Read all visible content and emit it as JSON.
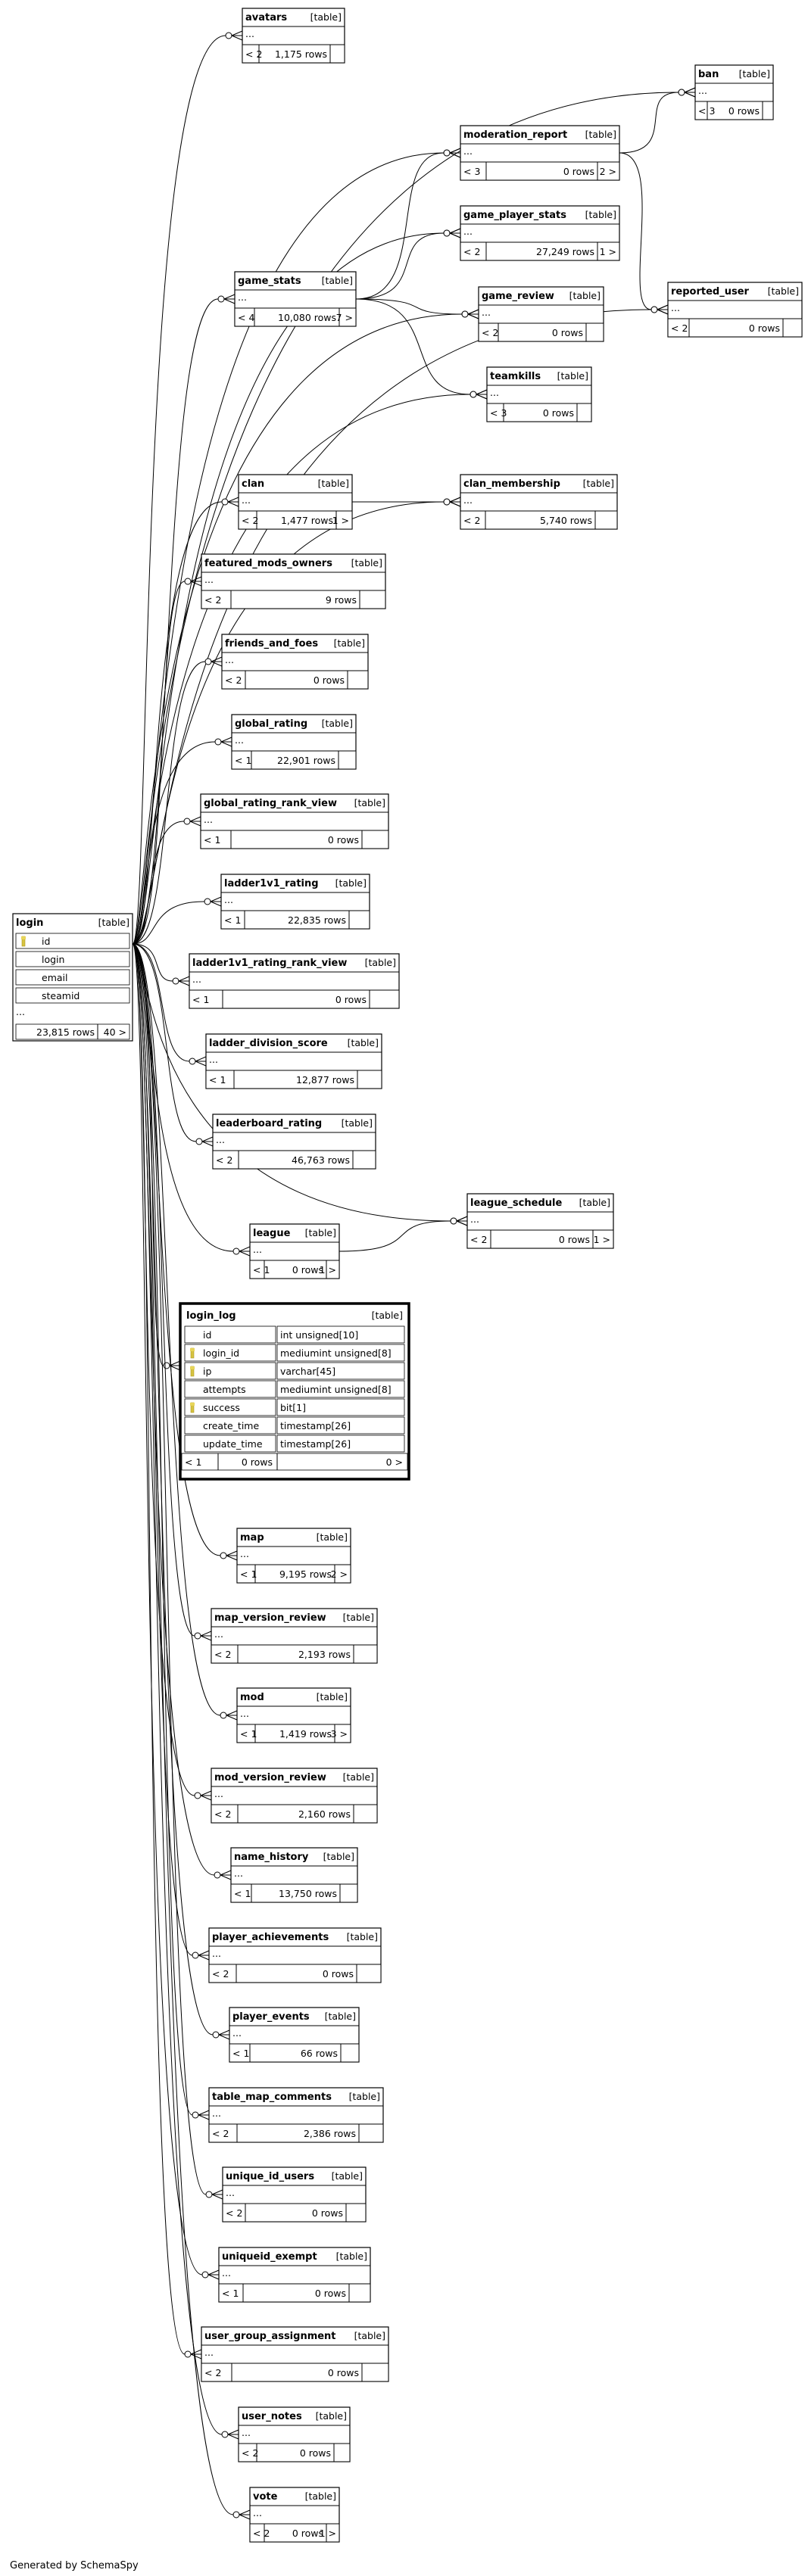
{
  "footer": "Generated by SchemaSpy",
  "kind_label": "[table]",
  "dots": "...",
  "focus_table": {
    "name": "login_log",
    "kind": "[table]",
    "columns": [
      {
        "name": "id",
        "type": "int unsigned[10]",
        "key": false
      },
      {
        "name": "login_id",
        "type": "mediumint unsigned[8]",
        "key": true
      },
      {
        "name": "ip",
        "type": "varchar[45]",
        "key": true
      },
      {
        "name": "attempts",
        "type": "mediumint unsigned[8]",
        "key": false
      },
      {
        "name": "success",
        "type": "bit[1]",
        "key": true
      },
      {
        "name": "create_time",
        "type": "timestamp[26]",
        "key": false
      },
      {
        "name": "update_time",
        "type": "timestamp[26]",
        "key": false
      }
    ],
    "parents": "< 1",
    "rows": "0 rows",
    "children": "0 >"
  },
  "login_table": {
    "name": "login",
    "kind": "[table]",
    "columns": [
      {
        "name": "id",
        "key": true
      },
      {
        "name": "login",
        "key": false
      },
      {
        "name": "email",
        "key": false
      },
      {
        "name": "steamid",
        "key": false
      }
    ],
    "parents": "",
    "rows": "23,815 rows",
    "children": "40 >"
  },
  "tables": [
    {
      "name": "avatars",
      "parents": "< 2",
      "rows": "1,175 rows",
      "children": ""
    },
    {
      "name": "ban",
      "parents": "< 3",
      "rows": "0 rows",
      "children": ""
    },
    {
      "name": "moderation_report",
      "parents": "< 3",
      "rows": "0 rows",
      "children": "2 >"
    },
    {
      "name": "game_player_stats",
      "parents": "< 2",
      "rows": "27,249 rows",
      "children": "1 >"
    },
    {
      "name": "reported_user",
      "parents": "< 2",
      "rows": "0 rows",
      "children": ""
    },
    {
      "name": "game_stats",
      "parents": "< 4",
      "rows": "10,080 rows",
      "children": "7 >"
    },
    {
      "name": "game_review",
      "parents": "< 2",
      "rows": "0 rows",
      "children": ""
    },
    {
      "name": "teamkills",
      "parents": "< 3",
      "rows": "0 rows",
      "children": ""
    },
    {
      "name": "clan",
      "parents": "< 2",
      "rows": "1,477 rows",
      "children": "1 >"
    },
    {
      "name": "clan_membership",
      "parents": "< 2",
      "rows": "5,740 rows",
      "children": ""
    },
    {
      "name": "featured_mods_owners",
      "parents": "< 2",
      "rows": "9 rows",
      "children": ""
    },
    {
      "name": "friends_and_foes",
      "parents": "< 2",
      "rows": "0 rows",
      "children": ""
    },
    {
      "name": "global_rating",
      "parents": "< 1",
      "rows": "22,901 rows",
      "children": ""
    },
    {
      "name": "global_rating_rank_view",
      "parents": "< 1",
      "rows": "0 rows",
      "children": ""
    },
    {
      "name": "ladder1v1_rating",
      "parents": "< 1",
      "rows": "22,835 rows",
      "children": ""
    },
    {
      "name": "ladder1v1_rating_rank_view",
      "parents": "< 1",
      "rows": "0 rows",
      "children": ""
    },
    {
      "name": "ladder_division_score",
      "parents": "< 1",
      "rows": "12,877 rows",
      "children": ""
    },
    {
      "name": "leaderboard_rating",
      "parents": "< 2",
      "rows": "46,763 rows",
      "children": ""
    },
    {
      "name": "league_schedule",
      "parents": "< 2",
      "rows": "0 rows",
      "children": "1 >"
    },
    {
      "name": "league",
      "parents": "< 1",
      "rows": "0 rows",
      "children": "1 >"
    },
    {
      "name": "map",
      "parents": "< 1",
      "rows": "9,195 rows",
      "children": "2 >"
    },
    {
      "name": "map_version_review",
      "parents": "< 2",
      "rows": "2,193 rows",
      "children": ""
    },
    {
      "name": "mod",
      "parents": "< 1",
      "rows": "1,419 rows",
      "children": "3 >"
    },
    {
      "name": "mod_version_review",
      "parents": "< 2",
      "rows": "2,160 rows",
      "children": ""
    },
    {
      "name": "name_history",
      "parents": "< 1",
      "rows": "13,750 rows",
      "children": ""
    },
    {
      "name": "player_achievements",
      "parents": "< 2",
      "rows": "0 rows",
      "children": ""
    },
    {
      "name": "player_events",
      "parents": "< 1",
      "rows": "66 rows",
      "children": ""
    },
    {
      "name": "table_map_comments",
      "parents": "< 2",
      "rows": "2,386 rows",
      "children": ""
    },
    {
      "name": "unique_id_users",
      "parents": "< 2",
      "rows": "0 rows",
      "children": ""
    },
    {
      "name": "uniqueid_exempt",
      "parents": "< 1",
      "rows": "0 rows",
      "children": ""
    },
    {
      "name": "user_group_assignment",
      "parents": "< 2",
      "rows": "0 rows",
      "children": ""
    },
    {
      "name": "user_notes",
      "parents": "< 2",
      "rows": "0 rows",
      "children": ""
    },
    {
      "name": "vote",
      "parents": "< 2",
      "rows": "0 rows",
      "children": "1 >"
    }
  ],
  "relations": [
    [
      "login",
      "avatars"
    ],
    [
      "login",
      "ban"
    ],
    [
      "login",
      "moderation_report"
    ],
    [
      "login",
      "game_player_stats"
    ],
    [
      "login",
      "reported_user"
    ],
    [
      "login",
      "game_stats"
    ],
    [
      "login",
      "game_review"
    ],
    [
      "login",
      "teamkills"
    ],
    [
      "login",
      "clan"
    ],
    [
      "login",
      "clan_membership"
    ],
    [
      "login",
      "featured_mods_owners"
    ],
    [
      "login",
      "friends_and_foes"
    ],
    [
      "login",
      "global_rating"
    ],
    [
      "login",
      "global_rating_rank_view"
    ],
    [
      "login",
      "ladder1v1_rating"
    ],
    [
      "login",
      "ladder1v1_rating_rank_view"
    ],
    [
      "login",
      "ladder_division_score"
    ],
    [
      "login",
      "leaderboard_rating"
    ],
    [
      "login",
      "league_schedule"
    ],
    [
      "login",
      "league"
    ],
    [
      "login",
      "login_log"
    ],
    [
      "login",
      "map"
    ],
    [
      "login",
      "map_version_review"
    ],
    [
      "login",
      "mod"
    ],
    [
      "login",
      "mod_version_review"
    ],
    [
      "login",
      "name_history"
    ],
    [
      "login",
      "player_achievements"
    ],
    [
      "login",
      "player_events"
    ],
    [
      "login",
      "table_map_comments"
    ],
    [
      "login",
      "unique_id_users"
    ],
    [
      "login",
      "uniqueid_exempt"
    ],
    [
      "login",
      "user_group_assignment"
    ],
    [
      "login",
      "user_notes"
    ],
    [
      "login",
      "vote"
    ],
    [
      "game_stats",
      "moderation_report"
    ],
    [
      "game_stats",
      "game_player_stats"
    ],
    [
      "game_stats",
      "game_review"
    ],
    [
      "game_stats",
      "teamkills"
    ],
    [
      "moderation_report",
      "ban"
    ],
    [
      "moderation_report",
      "reported_user"
    ],
    [
      "clan",
      "clan_membership"
    ],
    [
      "league",
      "league_schedule"
    ]
  ]
}
